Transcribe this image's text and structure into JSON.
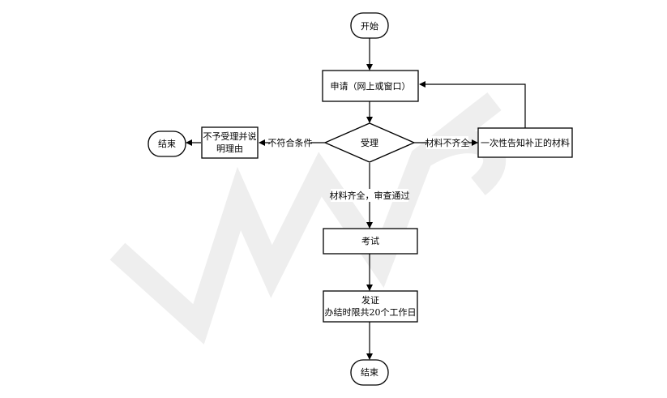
{
  "nodes": {
    "start": "开始",
    "apply": "申请（网上或窗口）",
    "accept": "受理",
    "notify": "一次性告知补正的材料",
    "reject_line1": "不予受理并说",
    "reject_line2": "明理由",
    "end_left": "结束",
    "exam": "考试",
    "issue_line1": "发证",
    "issue_line2": "办结时限共20个工作日",
    "end_bottom": "结束"
  },
  "edges": {
    "incomplete": "材料不齐全",
    "not_qualified": "不符合条件",
    "passed": "材料齐全，审查通过"
  },
  "colors": {
    "line": "#000000",
    "watermark": "#eeeeee"
  }
}
